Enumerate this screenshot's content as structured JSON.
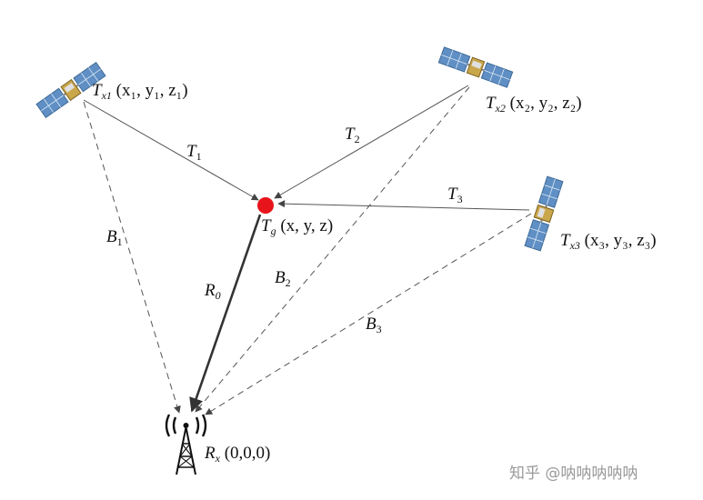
{
  "diagram": {
    "tx1_label": {
      "main": "T",
      "sub": "x1",
      "rest": " (x₁, y₁, z₁)"
    },
    "tx2_label": {
      "main": "T",
      "sub": "x2",
      "rest": " (x₂, y₂, z₂)"
    },
    "tx3_label": {
      "main": "T",
      "sub": "x3",
      "rest": " (x₃, y₃, z₃)"
    },
    "target_label": {
      "main": "T",
      "sub": "g",
      "rest": " (x, y, z)"
    },
    "receiver_label": {
      "main": "R",
      "sub": "x",
      "rest": " (0,0,0)"
    },
    "edge_labels": {
      "t1": {
        "main": "T",
        "sub": "1"
      },
      "t2": {
        "main": "T",
        "sub": "2"
      },
      "t3": {
        "main": "T",
        "sub": "3"
      },
      "b1": {
        "main": "B",
        "sub": "1"
      },
      "b2": {
        "main": "B",
        "sub": "2"
      },
      "b3": {
        "main": "B",
        "sub": "3"
      },
      "r0": {
        "main": "R",
        "sub": "0"
      }
    },
    "target_color": "#e8141b",
    "line_color": "#555555",
    "icons": [
      "satellite-icon",
      "satellite-icon",
      "satellite-icon",
      "antenna-tower-icon"
    ]
  },
  "watermark": "知乎 @呐呐呐呐呐"
}
